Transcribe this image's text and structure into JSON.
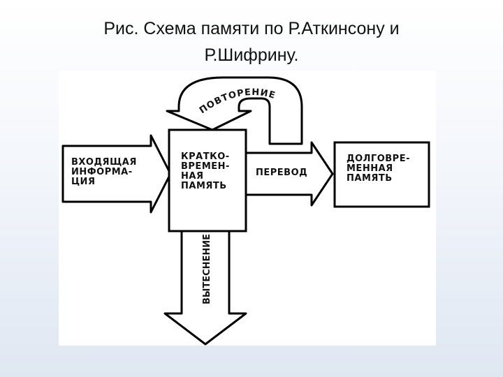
{
  "title_line1": "Рис. Схема памяти по Р.Аткинсону и",
  "title_line2": "Р.Шифрину.",
  "diagram": {
    "input_label": [
      "ВХОДЯЩАЯ",
      "ИНФОРМА-",
      "ЦИЯ"
    ],
    "short_term_label": [
      "КРАТКО-",
      "ВРЕМЕН-",
      "НАЯ",
      "ПАМЯТЬ"
    ],
    "transfer_label": "ПЕРЕВОД",
    "long_term_label": [
      "ДОЛГОВРЕ-",
      "МЕННАЯ",
      "ПАМЯТЬ"
    ],
    "rehearsal_label": "ПОВТОРЕНИЕ",
    "displacement_label": "ВЫТЕСНЕНИЕ"
  }
}
